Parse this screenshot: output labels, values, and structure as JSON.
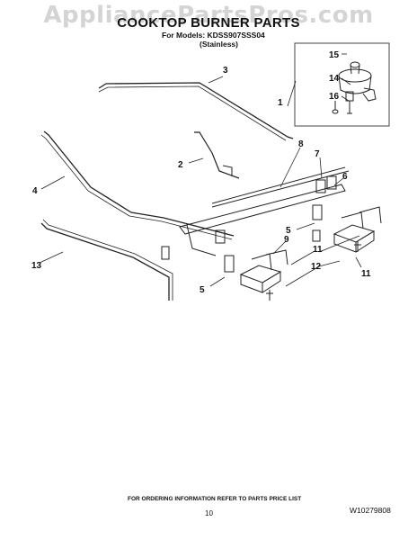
{
  "watermark": "AppliancePartsPros.com",
  "title": "COOKTOP BURNER PARTS",
  "models_line": "For Models: KDSS907SSS04",
  "finish": "(Stainless)",
  "callouts": [
    "15",
    "14",
    "16",
    "1",
    "3",
    "2",
    "8",
    "7",
    "6",
    "4",
    "5",
    "9",
    "11",
    "12",
    "13",
    "5",
    "11"
  ],
  "footer_text": "FOR ORDERING INFORMATION REFER TO PARTS PRICE LIST",
  "page_number": "10",
  "doc_number": "W10279808"
}
